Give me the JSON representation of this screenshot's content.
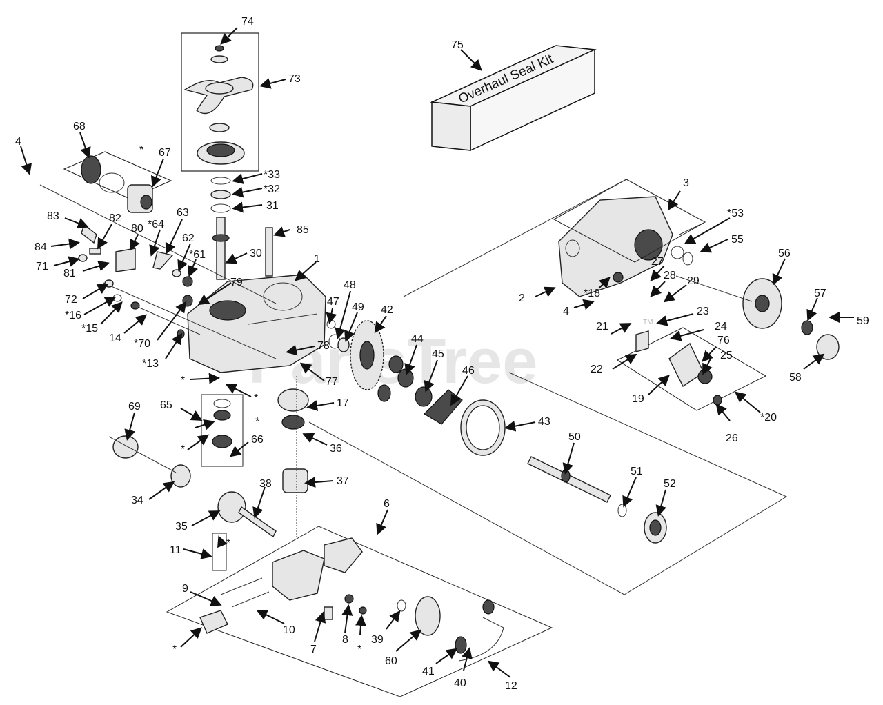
{
  "kit": {
    "label": "Overhaul Seal Kit"
  },
  "watermark": {
    "text": "PartsTree",
    "trademark": "TM"
  },
  "callouts": {
    "c1": "1",
    "c2": "2",
    "c3": "3",
    "c4a": "4",
    "c4b": "4",
    "c6": "6",
    "c7": "7",
    "c8": "8",
    "c9": "9",
    "c10": "10",
    "c11": "11",
    "c12": "12",
    "c13": "*13",
    "c14": "14",
    "c15": "*15",
    "c16": "*16",
    "c17": "17",
    "c18": "*18",
    "c19": "19",
    "c20": "*20",
    "c21": "21",
    "c22": "22",
    "c23": "23",
    "c24": "24",
    "c25": "25",
    "c26": "26",
    "c27": "27",
    "c28": "28",
    "c29": "29",
    "c30": "30",
    "c31": "31",
    "c32": "*32",
    "c33": "*33",
    "c34": "34",
    "c35": "35",
    "c36": "36",
    "c37": "37",
    "c38": "38",
    "c39": "39",
    "c40": "40",
    "c41": "41",
    "c42": "42",
    "c43": "43",
    "c44": "44",
    "c45": "45",
    "c46": "46",
    "c47": "47",
    "c48": "48",
    "c49": "49",
    "c50": "50",
    "c51": "51",
    "c52": "52",
    "c53": "*53",
    "c55": "55",
    "c56": "56",
    "c57": "57",
    "c58": "58",
    "c59": "59",
    "c60": "60",
    "c61": "*61",
    "c62": "62",
    "c63": "63",
    "c64": "*64",
    "c65": "65",
    "c66": "66",
    "c67": "67",
    "c68": "68",
    "c69": "69",
    "c70": "*70",
    "c71": "71",
    "c72": "72",
    "c73": "73",
    "c74": "74",
    "c75": "75",
    "c76": "76",
    "c77": "77",
    "c78": "78",
    "c79": "79",
    "c80": "80",
    "c81": "81",
    "c82": "82",
    "c83": "83",
    "c84": "84",
    "c85": "85",
    "s1": "*",
    "s2": "*",
    "s3": "*",
    "s4": "*",
    "s5": "*",
    "s6": "*",
    "s7": "*",
    "s8": "*"
  }
}
